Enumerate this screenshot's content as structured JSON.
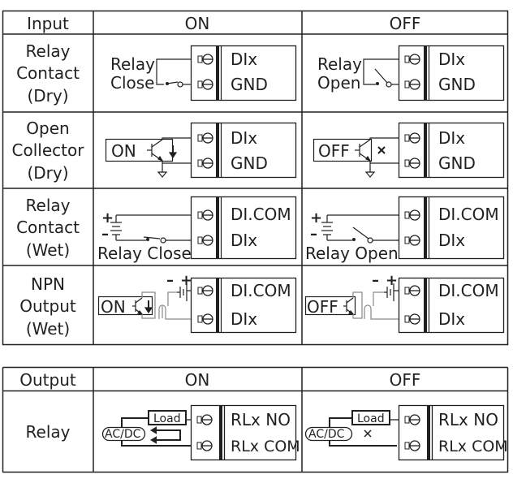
{
  "input_table": {
    "headers": {
      "type": "Input",
      "on": "ON",
      "off": "OFF"
    },
    "rows": [
      {
        "label": [
          "Relay",
          "Contact",
          "(Dry)"
        ],
        "on": {
          "source": [
            "Relay",
            "Close"
          ],
          "terminals": [
            "DIx",
            "GND"
          ]
        },
        "off": {
          "source": [
            "Relay",
            "Open"
          ],
          "terminals": [
            "DIx",
            "GND"
          ]
        }
      },
      {
        "label": [
          "Open",
          "Collector",
          "(Dry)"
        ],
        "on": {
          "source": "ON",
          "indicator": "down-arrow",
          "terminals": [
            "DIx",
            "GND"
          ]
        },
        "off": {
          "source": "OFF",
          "indicator": "cross",
          "terminals": [
            "DIx",
            "GND"
          ]
        }
      },
      {
        "label": [
          "Relay",
          "Contact",
          "(Wet)"
        ],
        "on": {
          "source": "Relay Close",
          "plus": "+",
          "minus": "–",
          "terminals": [
            "DI.COM",
            "DIx"
          ]
        },
        "off": {
          "source": "Relay Open",
          "plus": "+",
          "minus": "–",
          "terminals": [
            "DI.COM",
            "DIx"
          ]
        }
      },
      {
        "label": [
          "NPN",
          "Output",
          "(Wet)"
        ],
        "on": {
          "source": "ON",
          "plus": "+",
          "minus": "–",
          "indicator": "down-arrow",
          "terminals": [
            "DI.COM",
            "DIx"
          ]
        },
        "off": {
          "source": "OFF",
          "plus": "+",
          "minus": "–",
          "terminals": [
            "DI.COM",
            "DIx"
          ]
        }
      }
    ]
  },
  "output_table": {
    "headers": {
      "type": "Output",
      "on": "ON",
      "off": "OFF"
    },
    "rows": [
      {
        "label": "Relay",
        "on": {
          "supply": "AC/DC",
          "load": "Load",
          "indicator": "current-loop-arrows",
          "terminals": [
            "RLx NO",
            "RLx COM"
          ]
        },
        "off": {
          "supply": "AC/DC",
          "load": "Load",
          "indicator": "cross",
          "terminals": [
            "RLx NO",
            "RLx COM"
          ]
        }
      }
    ]
  },
  "colors": {
    "line": "#231f20",
    "wire_grey": "#8a8a8a"
  }
}
